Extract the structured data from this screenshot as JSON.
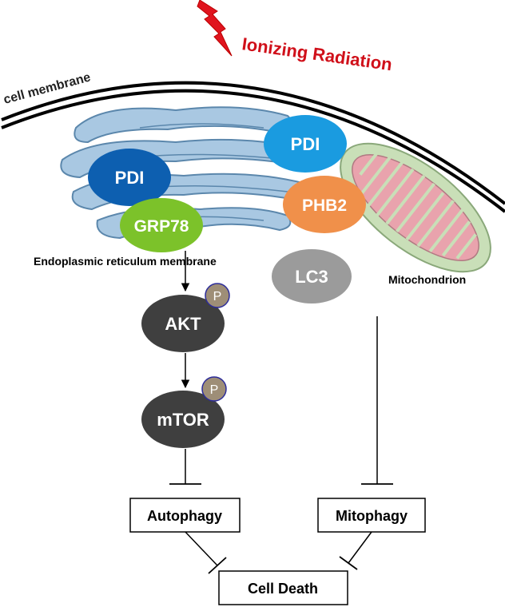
{
  "labels": {
    "cell_membrane": "cell membrane",
    "radiation": "Ionizing Radiation",
    "er_membrane": "Endoplasmic reticulum membrane",
    "mitochondrion": "Mitochondrion"
  },
  "nodes": {
    "pdi_er": "PDI",
    "grp78": "GRP78",
    "pdi_mito": "PDI",
    "phb2": "PHB2",
    "lc3": "LC3",
    "akt": "AKT",
    "mtor": "mTOR",
    "phospho": "P"
  },
  "boxes": {
    "autophagy": "Autophagy",
    "mitophagy": "Mitophagy",
    "cell_death": "Cell Death"
  },
  "colors": {
    "radiation": "#e0141e",
    "pdi_er": "#0d5fb0",
    "grp78": "#7cc22a",
    "pdi_mito": "#1a9be0",
    "phb2": "#f0904a",
    "lc3": "#9b9b9b",
    "dark_node": "#3f3f3f",
    "phospho": "#9e8e77",
    "er_fill": "#a9c8e2",
    "mito_outer": "#c9dfb8",
    "mito_inner": "#e9a3ad"
  }
}
